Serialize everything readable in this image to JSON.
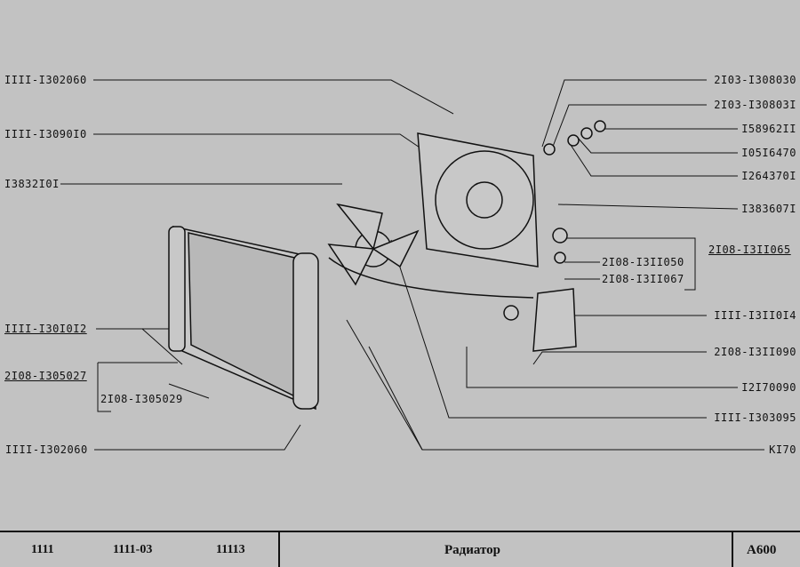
{
  "left_labels": [
    "IIII-I302060",
    "IIII-I3090I0",
    "I3832I0I",
    "IIII-I30I0I2",
    "2I08-I305027",
    "2I08-I305029",
    "IIII-I302060"
  ],
  "right_labels": [
    "2I03-I308030",
    "2I03-I30803I",
    "I58962II",
    "I05I6470",
    "I264370I",
    "I383607I",
    "2I08-I3II065",
    "2I08-I3II050",
    "2I08-I3II067",
    "IIII-I3II0I4",
    "2I08-I3II090",
    "I2I70090",
    "IIII-I303095",
    "KI70"
  ],
  "footer": {
    "models": [
      "1111",
      "1111-03",
      "11113"
    ],
    "title": "Радиатор",
    "code": "A600"
  }
}
